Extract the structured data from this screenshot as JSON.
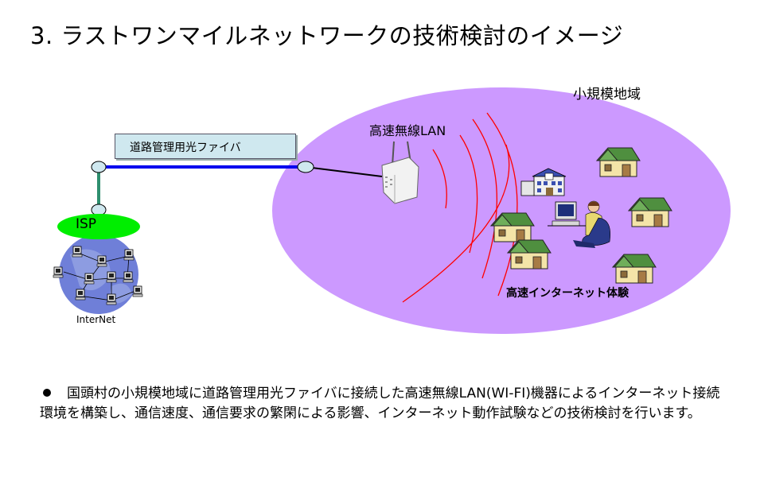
{
  "title": "3. ラストワンマイルネットワークの技術検討のイメージ",
  "area_label": "小規模地域",
  "wireless_label": "高速無線LAN",
  "fiber_label": "道路管理用光ファイバ",
  "isp_label": "ISP",
  "internet_label": "InterNet",
  "experience_label": "高速インターネット体験",
  "description": "国頭村の小規模地域に道路管理用光ファイバに接続した高速無線LAN(WI-FI)機器によるインターネット接続環境を構築し、通信速度、通信要求の繁閑による影響、インターネット動作試験などの技術検討を行います。",
  "colors": {
    "area_fill": "#cc99ff",
    "isp_fill": "#00ee00",
    "fiber_line": "#0000ee",
    "wave": "#ff0000",
    "fiber_box": "#cfe8ef",
    "house_roof": "#4f8f3f",
    "house_wall": "#f4e4a8"
  },
  "icons": [
    "access-point-icon",
    "house-icon",
    "school-icon",
    "user-pc-icon",
    "globe-network-icon",
    "bullet-icon"
  ]
}
